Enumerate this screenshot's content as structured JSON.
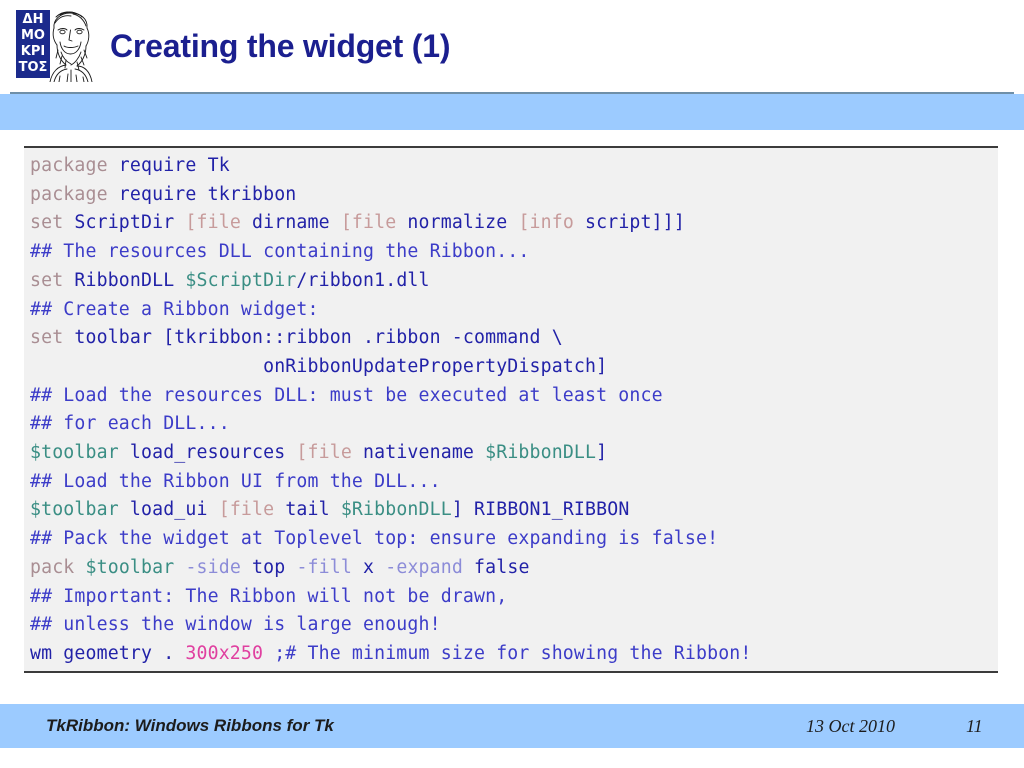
{
  "slide": {
    "title": "Creating the widget (1)",
    "title_color": "#1b1f8f",
    "band_color": "#9ccbff",
    "code_bg": "#f1f1f1"
  },
  "logo": {
    "name": "demokritos-logo",
    "lines": [
      "ΔΗ",
      "ΜΟ",
      "ΚΡΙ",
      "ΤΟΣ"
    ],
    "box_color": "#1b2a8c",
    "text_color": "#ffffff",
    "l0": "ΔΗ",
    "l1": "ΜΟ",
    "l2": "ΚΡΙ",
    "l3": "ΤΟΣ"
  },
  "code": {
    "language": "tcl",
    "colors": {
      "command": "#a98e93",
      "plain": "#2222a8",
      "comment": "#3c3cc8",
      "bracket_cmd": "#c79b9b",
      "variable": "#3a8e84",
      "option": "#8c8cd8",
      "number": "#e040a0"
    },
    "lines": [
      "package require Tk",
      "package require tkribbon",
      "set ScriptDir [file dirname [file normalize [info script]]]",
      "## The resources DLL containing the Ribbon...",
      "set RibbonDLL $ScriptDir/ribbon1.dll",
      "## Create a Ribbon widget:",
      "set toolbar [tkribbon::ribbon .ribbon -command \\",
      "                     onRibbonUpdatePropertyDispatch]",
      "## Load the resources DLL: must be executed at least once",
      "## for each DLL...",
      "$toolbar load_resources [file nativename $RibbonDLL]",
      "## Load the Ribbon UI from the DLL...",
      "$toolbar load_ui [file tail $RibbonDLL] RIBBON1_RIBBON",
      "## Pack the widget at Toplevel top: ensure expanding is false!",
      "pack $toolbar -side top -fill x -expand false",
      "## Important: The Ribbon will not be drawn,",
      "## unless the window is large enough!",
      "wm geometry . 300x250 ;# The minimum size for showing the Ribbon!"
    ],
    "tokens": {
      "l0": {
        "a": "package",
        "b": " require Tk"
      },
      "l1": {
        "a": "package",
        "b": " require tkribbon"
      },
      "l2": {
        "a": "set",
        "b": " ScriptDir ",
        "c": "[file",
        "d": " dirname ",
        "e": "[file",
        "f": " normalize ",
        "g": "[info",
        "h": " script]]]"
      },
      "l3": {
        "a": "## The resources DLL containing the Ribbon..."
      },
      "l4": {
        "a": "set",
        "b": " RibbonDLL ",
        "c": "$ScriptDir",
        "d": "/ribbon1.dll"
      },
      "l5": {
        "a": "## Create a Ribbon widget:"
      },
      "l6": {
        "a": "set",
        "b": " toolbar [tkribbon::ribbon .ribbon -command \\"
      },
      "l7": {
        "a": "                     onRibbonUpdatePropertyDispatch]"
      },
      "l8": {
        "a": "## Load the resources DLL: must be executed at least once"
      },
      "l9": {
        "a": "## for each DLL..."
      },
      "l10": {
        "a": "$toolbar",
        "b": " load_resources ",
        "c": "[file",
        "d": " nativename ",
        "e": "$RibbonDLL",
        "f": "]"
      },
      "l11": {
        "a": "## Load the Ribbon UI from the DLL..."
      },
      "l12": {
        "a": "$toolbar",
        "b": " load_ui ",
        "c": "[file",
        "d": " tail ",
        "e": "$RibbonDLL",
        "f": "] RIBBON1_RIBBON"
      },
      "l13": {
        "a": "## Pack the widget at Toplevel top: ensure expanding is false!"
      },
      "l14": {
        "a": "pack",
        "b": " ",
        "c": "$toolbar",
        "d": " ",
        "e": "-side",
        "f": " top ",
        "g": "-fill",
        "h": " x ",
        "i": "-expand",
        "j": " false"
      },
      "l15": {
        "a": "## Important: The Ribbon will not be drawn,"
      },
      "l16": {
        "a": "## unless the window is large enough!"
      },
      "l17": {
        "a": "wm geometry . ",
        "b": "300x250",
        "c": " ;# The minimum size for showing the Ribbon!"
      }
    }
  },
  "footer": {
    "title": "TkRibbon: Windows Ribbons for Tk",
    "date": "13 Oct 2010",
    "page": "11"
  }
}
